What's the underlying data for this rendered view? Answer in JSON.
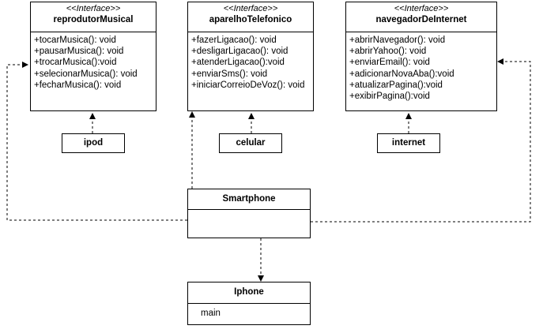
{
  "interfaces": [
    {
      "stereotype": "<<Interface>>",
      "name": "reprodutorMusical",
      "operations": [
        "+tocarMusica(): void",
        "+pausarMusica(): void",
        "+trocarMusica():void",
        "+selecionarMusica(): void",
        "+fecharMusica(): void"
      ]
    },
    {
      "stereotype": "<<Interface>>",
      "name": "aparelhoTelefonico",
      "operations": [
        "+fazerLigacao(): void",
        "+desligarLigacao(): void",
        "+atenderLigacao():void",
        "+enviarSms(): void",
        "+iniciarCorreioDeVoz(): void"
      ]
    },
    {
      "stereotype": "<<Interface>>",
      "name": "navegadorDeInternet",
      "operations": [
        "+abrirNavegador(): void",
        "+abrirYahoo(): void",
        "+enviarEmail(): void",
        "+adicionarNovaAba():void",
        "+atualizarPagina():void",
        "+exibirPagina():void"
      ]
    }
  ],
  "implementers": [
    "ipod",
    "celular",
    "internet"
  ],
  "smartphone": {
    "name": "Smartphone"
  },
  "iphone": {
    "name": "Iphone",
    "attribute": "main"
  },
  "colors": {
    "line": "#000000",
    "background": "#ffffff"
  }
}
